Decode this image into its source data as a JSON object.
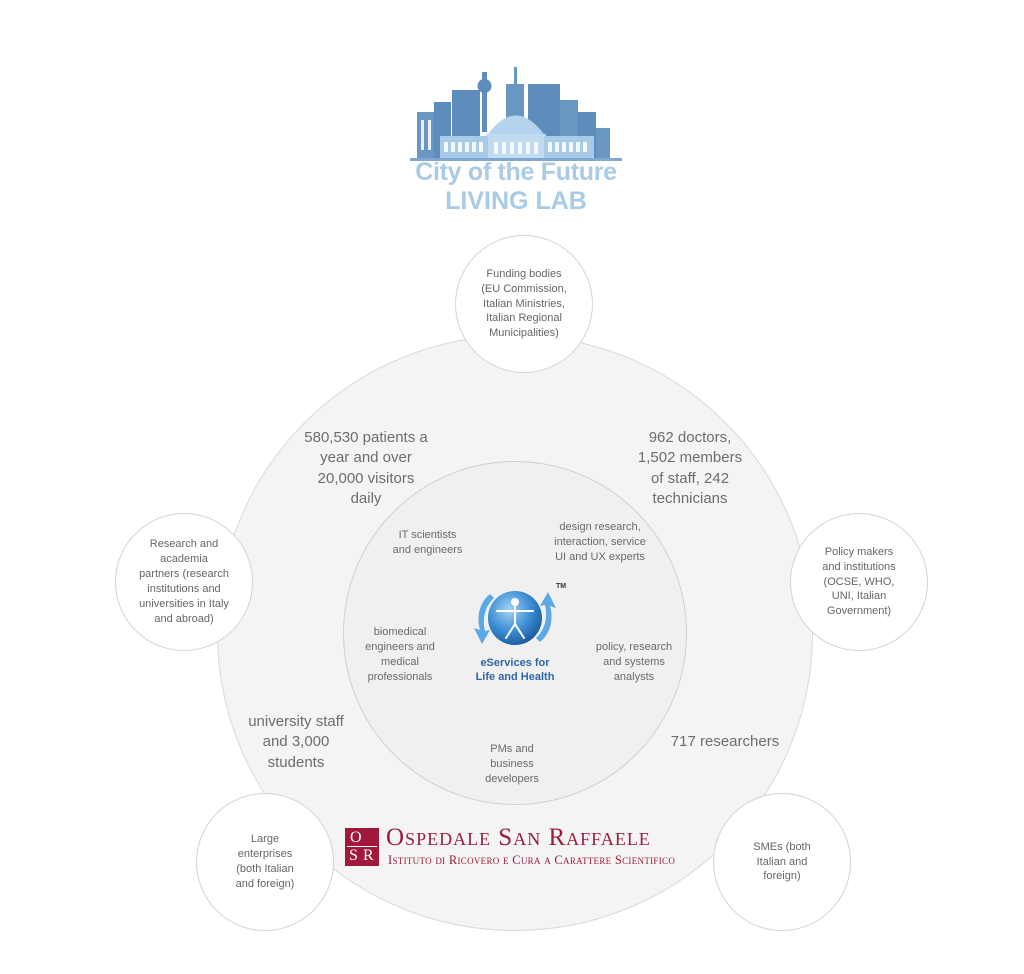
{
  "logo": {
    "line1": "City of the Future",
    "line2": "LIVING LAB",
    "colors": {
      "building_dark": "#5e8dbb",
      "building_light": "#9fc3e3",
      "text": "#a9cbe6"
    }
  },
  "satellites": {
    "funding": "Funding bodies\n(EU Commission,\nItalian Ministries,\nItalian Regional\nMunicipalities)",
    "research": "Research and\nacademia\npartners   (research\ninstitutions and\nuniversities in Italy\nand abroad)",
    "policy": "Policy makers\nand institutions\n(OCSE, WHO,\nUNI, Italian\nGovernment)",
    "large": "Large\nenterprises\n(both Italian\nand foreign)",
    "smes": "SMEs  (both\nItalian and\nforeign)"
  },
  "stats": {
    "patients": "580,530 patients a\nyear and over\n20,000 visitors\ndaily",
    "doctors": "962 doctors,\n1,502 members\nof staff, 242\ntechnicians",
    "university": "university staff\nand 3,000\nstudents",
    "researchers": "717 researchers"
  },
  "roles": {
    "it": "IT scientists\nand engineers",
    "design": "design research,\ninteraction, service\nUI and UX experts",
    "biomedical": "biomedical\nengineers and\nmedical\nprofessionals",
    "policy": "policy, research\nand systems\nanalysts",
    "pms": "PMs and\nbusiness\ndevelopers"
  },
  "eservices": {
    "label": "eServices for\nLife and Health",
    "trademark": "TM",
    "colors": {
      "globe": "#3d8fd4",
      "text": "#2f66a8"
    }
  },
  "hospital": {
    "mark_letters": [
      "O",
      "S",
      "R"
    ],
    "name": "Ospedale San Raffaele",
    "subtitle": "Istituto di Ricovero e Cura a Carattere Scientifico",
    "color": "#9a1d3c"
  }
}
